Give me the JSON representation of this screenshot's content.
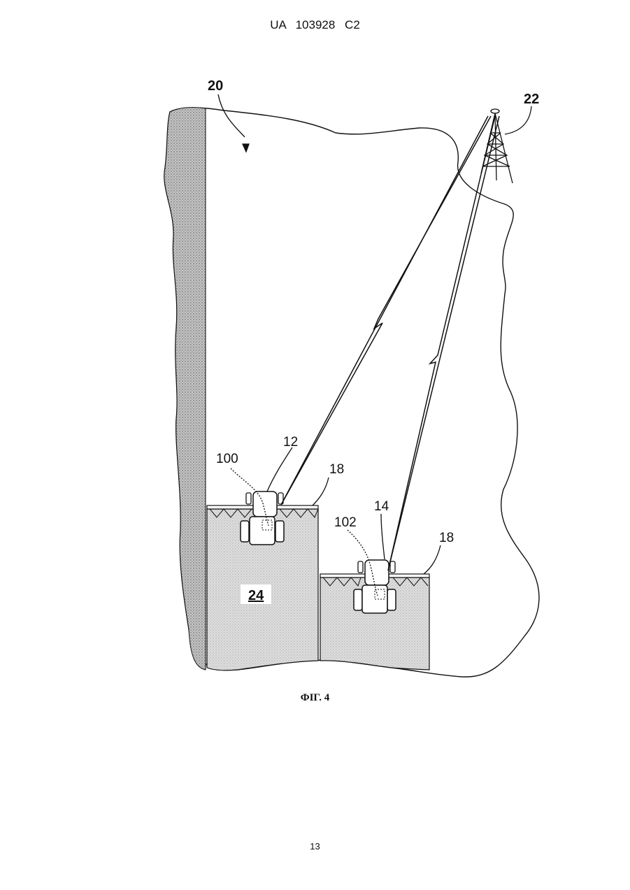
{
  "header": {
    "patent_number": "UA   103928   C2"
  },
  "figure": {
    "caption": "ФІГ. 4",
    "labels": {
      "field": "20",
      "tower": "22",
      "vehicle_a": "12",
      "vehicle_b": "14",
      "controller_a": "100",
      "controller_b": "102",
      "boom_a": "18",
      "boom_b": "18",
      "worked_area": "24"
    }
  },
  "footer": {
    "page_number": "13"
  }
}
